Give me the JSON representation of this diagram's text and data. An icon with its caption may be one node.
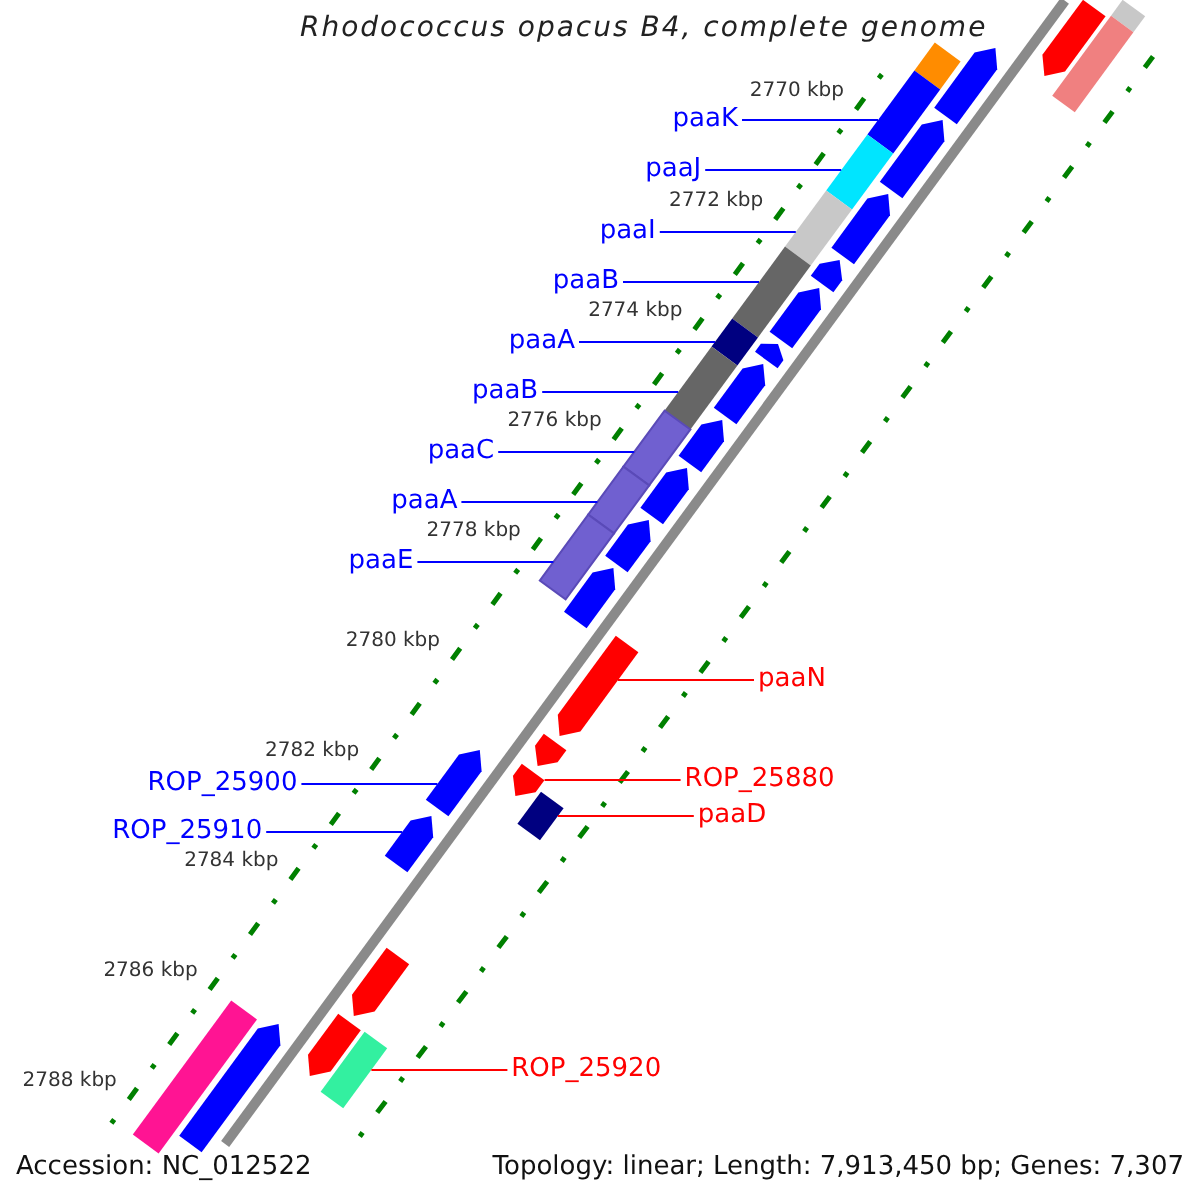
{
  "diagram": {
    "title": "Rhodococcus opacus B4, complete genome",
    "nodes": [
      {
        "text": [
          "paaK"
        ]
      },
      {
        "text": [
          "paaJ"
        ]
      },
      {
        "text": [
          "paaI"
        ]
      },
      {
        "text": [
          "paaB"
        ]
      },
      {
        "text": [
          "paaA"
        ]
      },
      {
        "text": [
          "paaB"
        ]
      },
      {
        "text": [
          "paaC"
        ]
      },
      {
        "text": [
          "paaA"
        ]
      },
      {
        "text": [
          "paaE"
        ]
      },
      {
        "text": [
          "ROP_25900"
        ]
      },
      {
        "text": [
          "ROP_25910"
        ]
      },
      {
        "text": [
          "paaN"
        ]
      },
      {
        "text": [
          "ROP_25880"
        ]
      },
      {
        "text": [
          "paaD"
        ]
      },
      {
        "text": [
          "ROP_25920"
        ]
      },
      {
        "text": [],
        "shape": "arrow"
      },
      {
        "text": [],
        "shape": "bar"
      },
      {
        "text": [],
        "shape": "bar"
      },
      {
        "text": [],
        "shape": "arrow"
      },
      {
        "text": [],
        "shape": "bar"
      },
      {
        "text": [],
        "shape": "bar"
      },
      {
        "text": [],
        "shape": "arrow"
      },
      {
        "text": [],
        "shape": "bar"
      },
      {
        "text": [],
        "shape": "arrow"
      },
      {
        "text": [],
        "shape": "bar"
      },
      {
        "text": [],
        "shape": "bar"
      },
      {
        "text": [],
        "shape": "arrow"
      },
      {
        "text": [],
        "shape": "arrow"
      },
      {
        "text": [],
        "shape": "bar"
      },
      {
        "text": [],
        "shape": "arrow"
      },
      {
        "text": [],
        "shape": "bar"
      },
      {
        "text": [],
        "shape": "arrow"
      },
      {
        "text": [],
        "shape": "bar"
      },
      {
        "text": [],
        "shape": "arrow"
      },
      {
        "text": [],
        "shape": "arrow"
      },
      {
        "text": [],
        "shape": "bar"
      },
      {
        "text": [],
        "shape": "arrow"
      },
      {
        "text": [],
        "shape": "bar"
      },
      {
        "text": [],
        "shape": "arrow"
      },
      {
        "text": [],
        "shape": "arrow"
      },
      {
        "text": [],
        "shape": "arrow"
      },
      {
        "text": [],
        "shape": "arrow"
      },
      {
        "text": [],
        "shape": "arrow"
      },
      {
        "text": [],
        "shape": "box"
      },
      {
        "text": [],
        "shape": "arrow"
      },
      {
        "text": [],
        "shape": "arrow"
      },
      {
        "text": [],
        "shape": "bar"
      },
      {
        "text": [],
        "shape": "arrow"
      },
      {
        "text": [],
        "shape": "arrow"
      },
      {
        "text": [],
        "shape": "bar"
      }
    ],
    "edges": [
      {
        "from": 0,
        "to": 20,
        "arrow": "none"
      },
      {
        "from": 1,
        "to": 22,
        "arrow": "none"
      },
      {
        "from": 2,
        "to": 24,
        "arrow": "none"
      },
      {
        "from": 3,
        "to": 25,
        "arrow": "none"
      },
      {
        "from": 4,
        "to": 28,
        "arrow": "none"
      },
      {
        "from": 5,
        "to": 30,
        "arrow": "none"
      },
      {
        "from": 6,
        "to": 32,
        "arrow": "none"
      },
      {
        "from": 7,
        "to": 35,
        "arrow": "none"
      },
      {
        "from": 8,
        "to": 37,
        "arrow": "none"
      },
      {
        "from": 9,
        "to": 41,
        "arrow": "none"
      },
      {
        "from": 10,
        "to": 44,
        "arrow": "none"
      },
      {
        "from": 11,
        "to": 39,
        "arrow": "none",
        "color": "#ff0000"
      },
      {
        "from": 12,
        "to": 42,
        "arrow": "none",
        "color": "#ff0000"
      },
      {
        "from": 13,
        "to": 43,
        "arrow": "none",
        "color": "#ff0000"
      },
      {
        "from": 14,
        "to": 49,
        "arrow": "none",
        "color": "#ff0000"
      }
    ],
    "labels": [
      "2770 kbp",
      "2772 kbp",
      "2774 kbp",
      "2776 kbp",
      "2778 kbp",
      "2780 kbp",
      "2782 kbp",
      "2784 kbp",
      "2786 kbp",
      "2788 kbp",
      "Accession: NC_012522",
      "Topology: linear; Length: 7,913,450 bp; Genes: 7,307"
    ]
  }
}
